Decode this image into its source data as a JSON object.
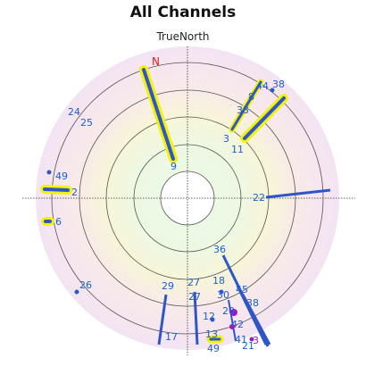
{
  "title": "All Channels",
  "subtitle": "TrueNorth",
  "north_label": "N",
  "colors": {
    "label": "#1a5fd1",
    "track": "#2f56c8",
    "highlight": "#f2f20a",
    "north": "#e0201a",
    "purple": "#9a19c6"
  },
  "satellites": [
    {
      "id": "n9",
      "label": "9",
      "highlight": true
    },
    {
      "id": "n38",
      "label": "38",
      "highlight": true
    },
    {
      "id": "n44",
      "label": "44",
      "highlight": true
    },
    {
      "id": "n8",
      "label": "8",
      "highlight": true
    },
    {
      "id": "n33",
      "label": "33",
      "highlight": true
    },
    {
      "id": "n3",
      "label": "3",
      "highlight": true
    },
    {
      "id": "n11",
      "label": "11",
      "highlight": true
    },
    {
      "id": "n24",
      "label": "24",
      "highlight": false
    },
    {
      "id": "n25",
      "label": "25",
      "highlight": false
    },
    {
      "id": "n49a",
      "label": "49",
      "highlight": true
    },
    {
      "id": "n2",
      "label": "2",
      "highlight": true
    },
    {
      "id": "n6",
      "label": "6",
      "highlight": true
    },
    {
      "id": "n22",
      "label": "22",
      "highlight": false
    },
    {
      "id": "n36",
      "label": "36",
      "highlight": false
    },
    {
      "id": "n26",
      "label": "26",
      "highlight": false
    },
    {
      "id": "n29",
      "label": "29",
      "highlight": false
    },
    {
      "id": "n27a",
      "label": "27",
      "highlight": false
    },
    {
      "id": "n27b",
      "label": "27",
      "highlight": false
    },
    {
      "id": "n18",
      "label": "18",
      "highlight": false
    },
    {
      "id": "n30",
      "label": "30",
      "highlight": false
    },
    {
      "id": "n45",
      "label": "45",
      "highlight": false
    },
    {
      "id": "n38b",
      "label": "38",
      "highlight": false
    },
    {
      "id": "n20",
      "label": "20",
      "highlight": false
    },
    {
      "id": "n12",
      "label": "12",
      "highlight": false
    },
    {
      "id": "n42",
      "label": "42",
      "highlight": false
    },
    {
      "id": "n13",
      "label": "13",
      "highlight": true
    },
    {
      "id": "n17",
      "label": "17",
      "highlight": false
    },
    {
      "id": "n49b",
      "label": "49",
      "highlight": false
    },
    {
      "id": "n41",
      "label": "41",
      "highlight": false
    },
    {
      "id": "n21",
      "label": "21",
      "highlight": false
    },
    {
      "id": "n3b",
      "label": "3",
      "highlight": false
    }
  ]
}
